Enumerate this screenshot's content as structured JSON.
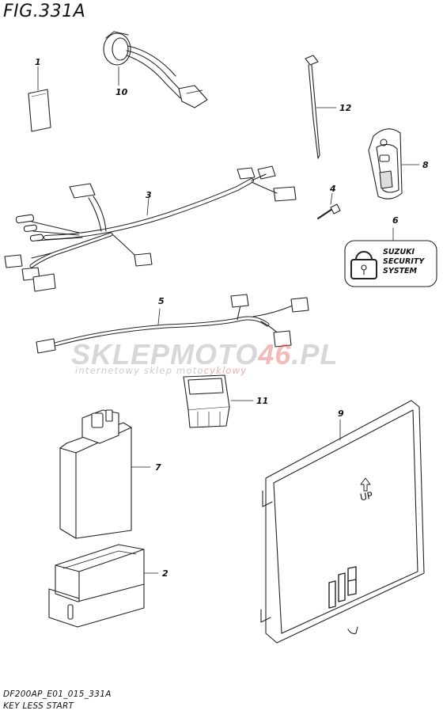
{
  "figure": {
    "title": "FIG.331A",
    "footer_code": "DF200AP_E01_015_331A",
    "footer_name": "KEY LESS START"
  },
  "callouts": [
    "1",
    "2",
    "3",
    "4",
    "5",
    "6",
    "7",
    "8",
    "9",
    "10",
    "11",
    "12"
  ],
  "label_decal": {
    "line1": "SUZUKI",
    "line2": "SECURITY",
    "line3": "SYSTEM"
  },
  "ecu_marking": "UP",
  "watermark": {
    "brand_a": "SKLEPMOTO",
    "brand_b": "46",
    "brand_c": ".PL",
    "sub_a": "internetowy sklep moto",
    "sub_b": "cyklowy"
  }
}
